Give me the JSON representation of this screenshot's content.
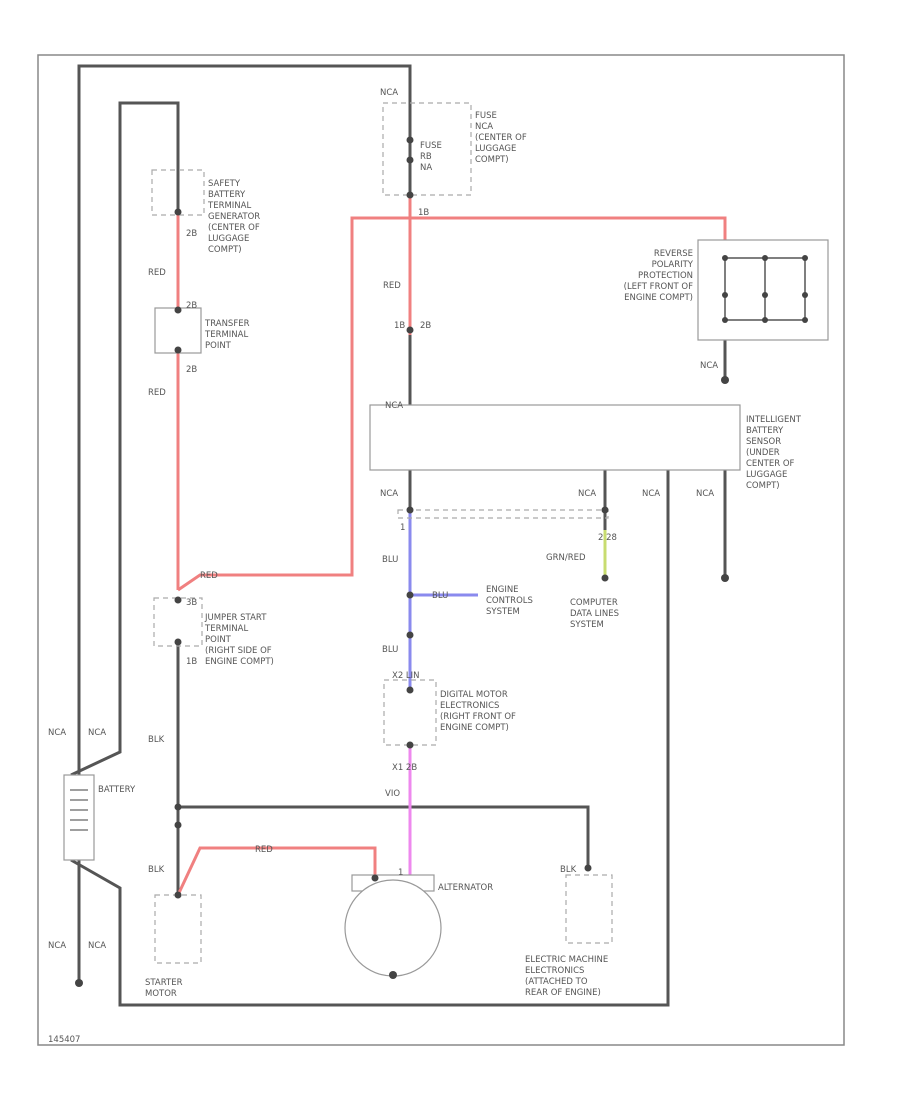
{
  "labels": {
    "fuse_nca": "NCA",
    "fuse": "FUSE\nNCA\n(CENTER OF\nLUGGAGE\nCOMPT)",
    "fuse_inner": "FUSE\nRB\nNA",
    "safety_terminal": "SAFETY\nBATTERY\nTERMINAL\nGENERATOR\n(CENTER OF\nLUGGAGE\nCOMPT)",
    "transfer_terminal": "TRANSFER\nTERMINAL\nPOINT",
    "reverse_polarity": "REVERSE\nPOLARITY\nPROTECTION\n(LEFT FRONT OF\nENGINE COMPT)",
    "ibs": "INTELLIGENT\nBATTERY\nSENSOR\n(UNDER\nCENTER OF\nLUGGAGE\nCOMPT)",
    "ibs_top_wire": "NCA",
    "engine_controls": "ENGINE\nCONTROLS\nSYSTEM",
    "computer_data": "COMPUTER\nDATA LINES\nSYSTEM",
    "jumper_start": "JUMPER START\nTERMINAL\nPOINT\n(RIGHT SIDE OF\nENGINE COMPT)",
    "dme": "DIGITAL MOTOR\nELECTRONICS\n(RIGHT FRONT OF\nENGINE COMPT)",
    "dme_pin": "X2 LIN",
    "battery": "BATTERY",
    "alternator": "ALTERNATOR",
    "starter": "STARTER\nMOTOR",
    "eme": "ELECTRIC MACHINE\nELECTRONICS\n(ATTACHED TO\nREAR OF ENGINE)",
    "footer": "145407"
  },
  "wire_labels": {
    "red1": "RED",
    "red2": "RED",
    "red3": "RED",
    "red4": "RED",
    "red5": "RED",
    "nca_rev": "NCA",
    "nca_ibs1": "NCA",
    "nca_ibs2": "NCA",
    "nca_ibs3": "NCA",
    "nca_ibs4": "NCA",
    "blu1": "BLU",
    "blu2": "BLU",
    "blu3": "BLU",
    "grnred": "GRN/RED",
    "vio": "VIO",
    "blk1": "BLK",
    "blk2": "BLK",
    "blk3": "BLK",
    "nca_bat1": "NCA",
    "nca_bat2": "NCA",
    "nca_bat3": "NCA",
    "nca_bat4": "NCA"
  },
  "pins": {
    "p1": "2B",
    "p2": "2B",
    "p3": "2B",
    "p4": "1B",
    "p5": "1B",
    "p6": "2B",
    "p7": "1",
    "p8": "2 28",
    "p9": "3B",
    "p10": "X1 2B",
    "p11": "1B",
    "p12": "1"
  }
}
